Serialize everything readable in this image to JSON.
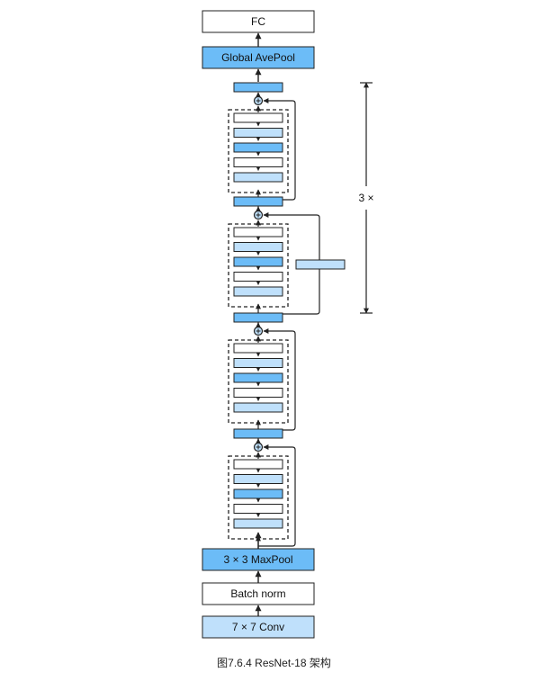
{
  "colors": {
    "dark_blue": "#6cbcf7",
    "light_blue": "#bfe0fb",
    "white": "#ffffff",
    "line": "#222222"
  },
  "labels": {
    "fc": "FC",
    "global_avepool": "Global AvePool",
    "maxpool": "3 × 3 MaxPool",
    "batch_norm": "Batch norm",
    "conv": "7 × 7 Conv",
    "repeat": "3 ×"
  },
  "caption": "图7.6.4  ResNet-18 架构",
  "residual_blocks": [
    {
      "name": "block-4",
      "layers": [
        "white",
        "light",
        "dark",
        "white",
        "light"
      ],
      "projection_shortcut": false
    },
    {
      "name": "block-3",
      "layers": [
        "white",
        "light",
        "dark",
        "white",
        "light"
      ],
      "projection_shortcut": true
    },
    {
      "name": "block-2",
      "layers": [
        "white",
        "light",
        "dark",
        "white",
        "light"
      ],
      "projection_shortcut": false
    },
    {
      "name": "block-1",
      "layers": [
        "white",
        "light",
        "dark",
        "white",
        "light"
      ],
      "projection_shortcut": false
    }
  ]
}
